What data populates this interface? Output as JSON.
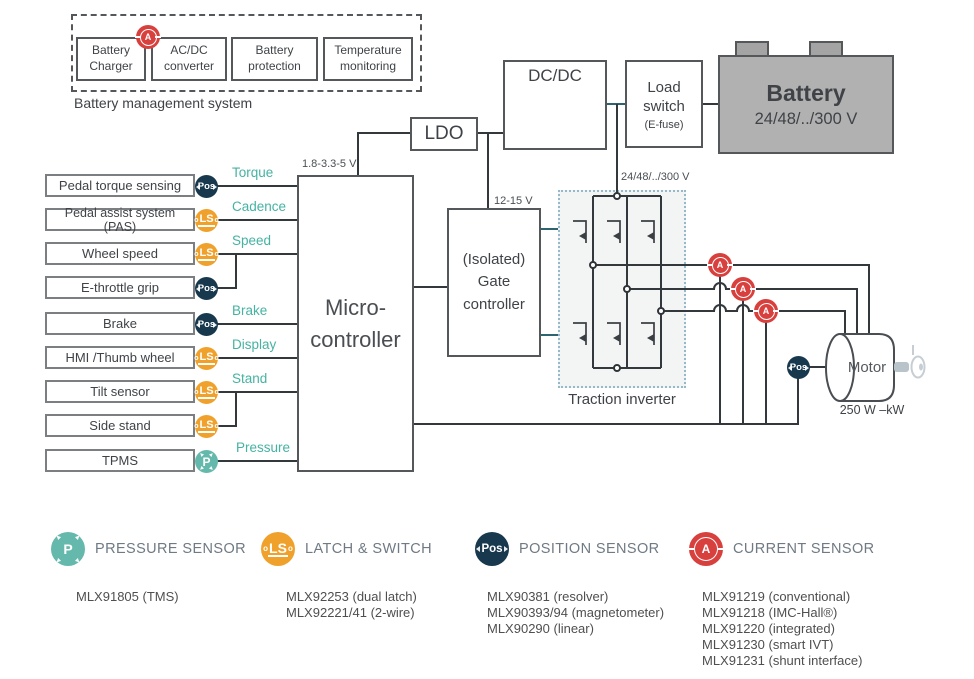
{
  "colors": {
    "teal_signal": "#45b3a2",
    "badge_navy": "#17384d",
    "badge_orange": "#f0a12b",
    "badge_teal": "#64b9ac",
    "badge_red": "#d8403e",
    "wire_dark": "#33383c",
    "wire_steel": "#2e6472",
    "battery_gray": "#b1b1b1",
    "legend_heading": "#6f7a84"
  },
  "bms": {
    "label": "Battery management system",
    "boxes": [
      {
        "line1": "Battery",
        "line2": "Charger"
      },
      {
        "line1": "AC/DC",
        "line2": "converter"
      },
      {
        "line1": "Battery",
        "line2": "protection"
      },
      {
        "line1": "Temperature",
        "line2": "monitoring"
      }
    ]
  },
  "power": {
    "ldo": "LDO",
    "dcdc": "DC/DC",
    "load_switch": {
      "line1": "Load",
      "line2": "switch",
      "sub": "(E-fuse)"
    },
    "battery": {
      "title": "Battery",
      "voltage": "24/48/../300 V"
    }
  },
  "rails": {
    "mcu": "1.8-3.3-5 V",
    "gate": "12-15 V",
    "inverter": "24/48/../300 V"
  },
  "sensors": [
    {
      "label": "Pedal torque sensing",
      "badge": "Pos",
      "signal": "Torque"
    },
    {
      "label": "Pedal assist system (PAS)",
      "badge": "LS",
      "signal": "Cadence"
    },
    {
      "label": "Wheel speed",
      "badge": "LS",
      "signal": "Speed"
    },
    {
      "label": "E-throttle grip",
      "badge": "Pos",
      "signal": ""
    },
    {
      "label": "Brake",
      "badge": "Pos",
      "signal": "Brake"
    },
    {
      "label": "HMI /Thumb wheel",
      "badge": "LS",
      "signal": "Display"
    },
    {
      "label": "Tilt sensor",
      "badge": "LS",
      "signal": "Stand"
    },
    {
      "label": "Side stand",
      "badge": "LS",
      "signal": ""
    },
    {
      "label": "TPMS",
      "badge": "P",
      "signal": "Pressure"
    }
  ],
  "blocks": {
    "mcu_line1": "Micro-",
    "mcu_line2": "controller",
    "gate_line1": "(Isolated)",
    "gate_line2": "Gate",
    "gate_line3": "controller",
    "inverter_label": "Traction inverter",
    "motor": "Motor",
    "motor_power": "250 W –kW"
  },
  "badges": {
    "pos": "Pos",
    "ls": "LS",
    "ls_side": "o",
    "p": "P",
    "a": "A",
    "p_arrow": "▲"
  },
  "legend": {
    "pressure": {
      "title": "PRESSURE SENSOR",
      "items": [
        "MLX91805 (TMS)"
      ]
    },
    "latch": {
      "title": "LATCH & SWITCH",
      "items": [
        "MLX92253 (dual latch)",
        "MLX92221/41 (2-wire)"
      ]
    },
    "position": {
      "title": "POSITION SENSOR",
      "items": [
        "MLX90381 (resolver)",
        "MLX90393/94 (magnetometer)",
        "MLX90290 (linear)"
      ]
    },
    "current": {
      "title": "CURRENT SENSOR",
      "items": [
        "MLX91219 (conventional)",
        "MLX91218 (IMC-Hall®)",
        "MLX91220 (integrated)",
        "MLX91230 (smart IVT)",
        "MLX91231 (shunt interface)"
      ]
    }
  }
}
